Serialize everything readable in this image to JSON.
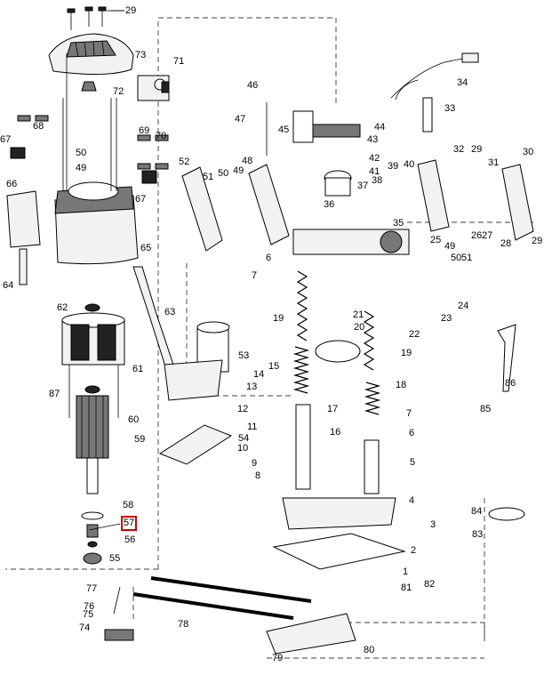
{
  "highlighted_label": "57",
  "labels": {
    "l1": "1",
    "l2": "2",
    "l3": "3",
    "l4": "4",
    "l5": "5",
    "l6": "6",
    "l7": "7",
    "l8": "8",
    "l9": "9",
    "l10": "10",
    "l11": "11",
    "l12": "12",
    "l13": "13",
    "l14": "14",
    "l15": "15",
    "l16": "16",
    "l17": "17",
    "l18": "18",
    "l19": "19",
    "l19b": "19",
    "l20": "20",
    "l21": "21",
    "l22": "22",
    "l23": "23",
    "l24": "24",
    "l25": "25",
    "l26": "26",
    "l27": "27",
    "l28": "28",
    "l29": "29",
    "l29b": "29",
    "l29c": "29",
    "l30": "30",
    "l31": "31",
    "l32": "32",
    "l33": "33",
    "l34": "34",
    "l35": "35",
    "l36": "36",
    "l37": "37",
    "l38": "38",
    "l39": "39",
    "l40": "40",
    "l41": "41",
    "l42": "42",
    "l43": "43",
    "l44": "44",
    "l45": "45",
    "l46": "46",
    "l47": "47",
    "l48": "48",
    "l49": "49",
    "l49b": "49",
    "l49c": "49",
    "l50": "50",
    "l50b": "50",
    "l50c": "50",
    "l51": "51",
    "l51b": "51",
    "l52": "52",
    "l53": "53",
    "l54": "54",
    "l55": "55",
    "l56": "56",
    "l57": "57",
    "l58": "58",
    "l59": "59",
    "l60": "60",
    "l61": "61",
    "l62": "62",
    "l63": "63",
    "l64": "64",
    "l65": "65",
    "l66": "66",
    "l67": "67",
    "l67b": "67",
    "l68": "68",
    "l69": "69",
    "l70": "70",
    "l71": "71",
    "l72": "72",
    "l73": "73",
    "l74": "74",
    "l75": "75",
    "l76": "76",
    "l77": "77",
    "l78": "78",
    "l79": "79",
    "l80": "80",
    "l81": "81",
    "l82": "82",
    "l83": "83",
    "l84": "84",
    "l85": "85",
    "l86": "86",
    "l87": "87"
  }
}
